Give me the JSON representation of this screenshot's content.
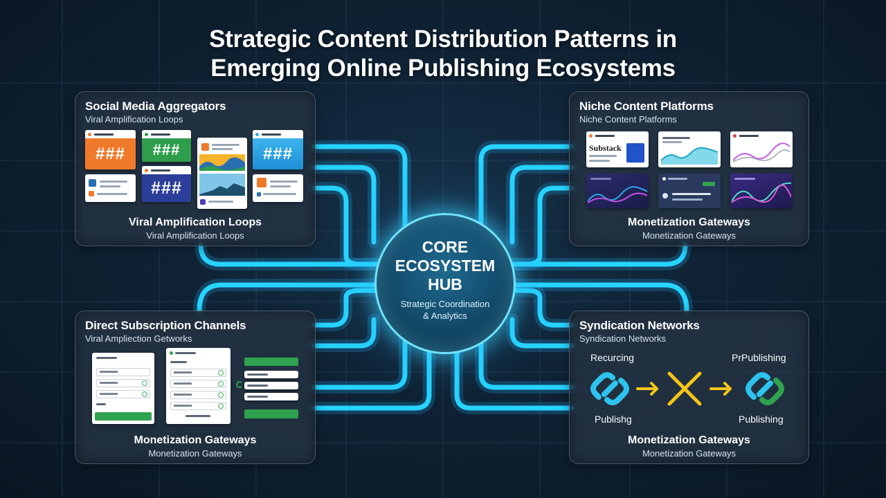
{
  "title": {
    "line1": "Strategic Content Distribution Patterns in",
    "line2": "Emerging Online Publishing Ecosystems"
  },
  "hub": {
    "line1": "CORE",
    "line2": "ECOSYSTEM",
    "line3": "HUB",
    "sub1": "Strategic Coordination",
    "sub2": "& Analytics"
  },
  "panels": {
    "social": {
      "title": "Social Media Aggregators",
      "subtitle": "Viral Amplification Loops",
      "footer_main": "Viral Amplification Loops",
      "footer_sub": "Viral Amplification Loops",
      "hash_text": "###"
    },
    "niche": {
      "title": "Niche Content Platforms",
      "subtitle": "Niche Content Platforms",
      "footer_main": "Monetization Gateways",
      "footer_sub": "Monetization Gateways",
      "brand": "Substack"
    },
    "subscription": {
      "title": "Direct Subscription Channels",
      "subtitle": "Viral Ampliection Getworks",
      "footer_main": "Monetization Gateways",
      "footer_sub": "Monetization Gateways"
    },
    "syndication": {
      "title": "Syndication Networks",
      "subtitle": "Syndication Networks",
      "footer_main": "Monetization Gateways",
      "footer_sub": "Monetization Gateways",
      "labels": {
        "top_left": "Recurcing",
        "top_right": "PrPublishing",
        "bottom_left": "Publishg",
        "bottom_right": "Publishing"
      }
    }
  },
  "colors": {
    "wire": "#27d3ff",
    "hub_ring": "#6fe4ff",
    "orange": "#f07a2b",
    "green": "#2fa24f",
    "blue": "#2aa8e8",
    "navy": "#2a3e9a",
    "arrow": "#f5c518"
  },
  "icons": [
    "hashtag-icon",
    "link-icon",
    "cross-icon",
    "arrow-right-icon",
    "chart-icon"
  ]
}
